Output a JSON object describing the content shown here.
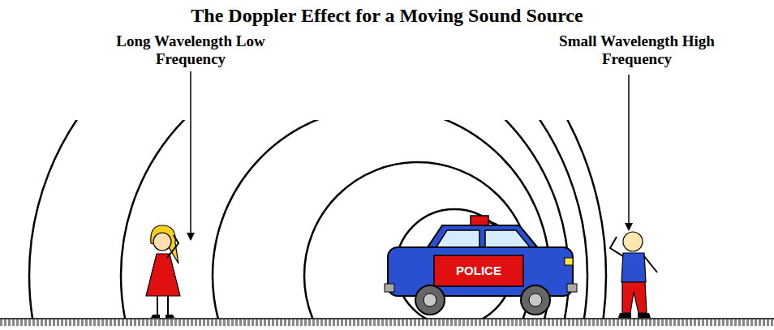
{
  "diagram": {
    "title": "The Doppler Effect for a Moving Sound Source",
    "labels": [
      "Long Wavelength Low Frequency",
      "Small Wavelength High Frequency",
      "POLICE"
    ]
  }
}
